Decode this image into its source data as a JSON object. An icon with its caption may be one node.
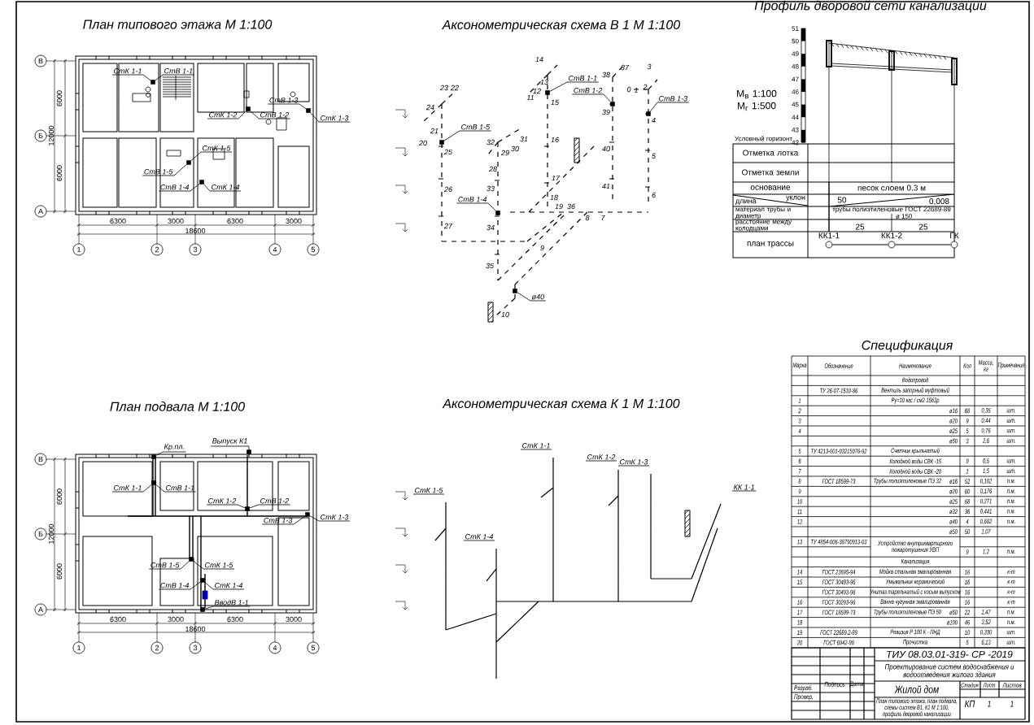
{
  "diagram": {
    "nodes": [
      {
        "text": [
          "В"
        ]
      },
      {
        "text": [
          "Б"
        ]
      },
      {
        "text": [
          "А"
        ]
      },
      {
        "text": [
          "1"
        ]
      },
      {
        "text": [
          "2"
        ]
      },
      {
        "text": [
          "3"
        ]
      },
      {
        "text": [
          "4"
        ]
      },
      {
        "text": [
          "5"
        ]
      },
      {
        "text": [
          "СтК 1-1"
        ]
      },
      {
        "text": [
          "СтВ 1-1"
        ]
      },
      {
        "text": [
          "СтК 1-2"
        ]
      },
      {
        "text": [
          "СтВ 1-2"
        ]
      },
      {
        "text": [
          "СтВ 1-3"
        ]
      },
      {
        "text": [
          "СтК 1-3"
        ]
      },
      {
        "text": [
          "СтК 1-5"
        ]
      },
      {
        "text": [
          "СтВ 1-5"
        ]
      },
      {
        "text": [
          "СтВ 1-4"
        ]
      },
      {
        "text": [
          "СтК 1-4"
        ]
      },
      {
        "text": [
          "В"
        ]
      },
      {
        "text": [
          "Б"
        ]
      },
      {
        "text": [
          "А"
        ]
      },
      {
        "text": [
          "1"
        ]
      },
      {
        "text": [
          "2"
        ]
      },
      {
        "text": [
          "3"
        ]
      },
      {
        "text": [
          "4"
        ]
      },
      {
        "text": [
          "5"
        ]
      },
      {
        "text": [
          "Кр.пл."
        ]
      },
      {
        "text": [
          "Выпуск К1"
        ]
      },
      {
        "text": [
          "СтК 1-1"
        ]
      },
      {
        "text": [
          "СтВ 1-1"
        ]
      },
      {
        "text": [
          "СтК 1-2"
        ]
      },
      {
        "text": [
          "СтВ 1-2"
        ]
      },
      {
        "text": [
          "СтВ 1-3"
        ]
      },
      {
        "text": [
          "СтК 1-3"
        ]
      },
      {
        "text": [
          "СтВ 1-5"
        ]
      },
      {
        "text": [
          "СтК 1-5"
        ]
      },
      {
        "text": [
          "СтВ 1-4"
        ]
      },
      {
        "text": [
          "СтК 1-4"
        ]
      },
      {
        "text": [
          "ВводВ 1-1"
        ]
      },
      {
        "text": [
          "СтВ 1-1"
        ]
      },
      {
        "text": [
          "СтВ 1-2"
        ]
      },
      {
        "text": [
          "СтВ 1-3"
        ]
      },
      {
        "text": [
          "СтВ 1-5"
        ]
      },
      {
        "text": [
          "СтВ 1-4"
        ]
      },
      {
        "text": [
          "ø40"
        ]
      },
      {
        "text": [
          "СтК 1-1"
        ]
      },
      {
        "text": [
          "СтК 1-2"
        ]
      },
      {
        "text": [
          "СтК 1-3"
        ]
      },
      {
        "text": [
          "СтК 1-5"
        ]
      },
      {
        "text": [
          "СтК 1-4"
        ]
      },
      {
        "text": [
          "КК 1-1"
        ]
      },
      {
        "text": [],
        "shape": "circle",
        "beside": [
          "КК1-1"
        ]
      },
      {
        "text": [],
        "shape": "circle",
        "beside": [
          "КК1-2"
        ]
      },
      {
        "text": [],
        "shape": "circle",
        "beside": [
          "ГК"
        ]
      },
      {
        "text": [],
        "shape": "box"
      },
      {
        "text": [],
        "shape": "box"
      },
      {
        "text": [],
        "shape": "box"
      },
      {
        "text": [],
        "shape": "box"
      },
      {
        "text": [],
        "shape": "box"
      },
      {
        "text": [],
        "shape": "box"
      },
      {
        "text": [],
        "shape": "box"
      },
      {
        "text": [],
        "shape": "box"
      },
      {
        "text": [],
        "shape": "box"
      },
      {
        "text": [],
        "shape": "box"
      },
      {
        "text": [],
        "shape": "box"
      },
      {
        "text": [],
        "shape": "box"
      },
      {
        "text": [],
        "shape": "box"
      },
      {
        "text": [],
        "shape": "box"
      },
      {
        "text": [],
        "shape": "box"
      },
      {
        "text": [],
        "shape": "box"
      },
      {
        "text": [],
        "shape": "box"
      },
      {
        "text": [],
        "shape": "box"
      },
      {
        "text": [],
        "shape": "box"
      }
    ],
    "edges": [
      {
        "from": 8,
        "to": 54,
        "arrow": "none"
      },
      {
        "from": 9,
        "to": 54,
        "arrow": "none"
      },
      {
        "from": 10,
        "to": 57,
        "arrow": "none"
      },
      {
        "from": 11,
        "to": 57,
        "arrow": "none"
      },
      {
        "from": 12,
        "to": 58,
        "arrow": "none"
      },
      {
        "from": 13,
        "to": 58,
        "arrow": "none"
      },
      {
        "from": 14,
        "to": 55,
        "arrow": "none"
      },
      {
        "from": 15,
        "to": 55,
        "arrow": "none"
      },
      {
        "from": 16,
        "to": 56,
        "arrow": "none"
      },
      {
        "from": 17,
        "to": 56,
        "arrow": "none"
      },
      {
        "from": 26,
        "to": 59,
        "arrow": "none"
      },
      {
        "from": 27,
        "to": 65,
        "arrow": "none"
      },
      {
        "from": 28,
        "to": 60,
        "arrow": "none"
      },
      {
        "from": 29,
        "to": 60,
        "arrow": "none"
      },
      {
        "from": 30,
        "to": 64,
        "arrow": "none"
      },
      {
        "from": 31,
        "to": 64,
        "arrow": "none"
      },
      {
        "from": 32,
        "to": 66,
        "arrow": "none"
      },
      {
        "from": 33,
        "to": 66,
        "arrow": "none"
      },
      {
        "from": 34,
        "to": 61,
        "arrow": "none"
      },
      {
        "from": 35,
        "to": 61,
        "arrow": "none"
      },
      {
        "from": 36,
        "to": 62,
        "arrow": "none"
      },
      {
        "from": 37,
        "to": 62,
        "arrow": "none"
      },
      {
        "from": 38,
        "to": 63,
        "arrow": "none"
      },
      {
        "from": 39,
        "to": 70,
        "arrow": "none"
      },
      {
        "from": 40,
        "to": 71,
        "arrow": "none"
      },
      {
        "from": 41,
        "to": 72,
        "arrow": "none"
      },
      {
        "from": 42,
        "to": 67,
        "arrow": "none"
      },
      {
        "from": 43,
        "to": 68,
        "arrow": "none"
      },
      {
        "from": 44,
        "to": 69,
        "arrow": "none"
      },
      {
        "from": 51,
        "to": 52,
        "arrow": "none"
      },
      {
        "from": 52,
        "to": 53,
        "arrow": "none"
      }
    ],
    "labels": [
      "План типового этажа М 1:100",
      "6000",
      "12000",
      "6000",
      "6300",
      "3000",
      "6300",
      "3000",
      "18600",
      "Аксонометрическая схема В 1 М 1:100",
      "14",
      "37",
      "3",
      "38",
      "13",
      "23",
      "22",
      "12",
      "0",
      "1",
      "2",
      "11",
      "15",
      "24",
      "39",
      "4",
      "21",
      "20",
      "32",
      "31",
      "16",
      "25",
      "29",
      "30",
      "40",
      "5",
      "28",
      "17",
      "41",
      "26",
      "33",
      "18",
      "6",
      "19",
      "36",
      "8",
      "7",
      "27",
      "34",
      "9",
      "35",
      "10",
      "Профиль дворовой сети канализации",
      "51",
      "50",
      "49",
      "48",
      "47",
      "46",
      "45",
      "44",
      "43",
      "42",
      "М$_{в}$ 1:100",
      "М$_{г}$ 1:500",
      "Условный горизонт",
      "Отметка лотка",
      "Отметка земли",
      "основание",
      "песок слоем 0.3 м",
      "уклон",
      "длина",
      "50",
      "0,008",
      "материал трубы и диаметр",
      "трубы полиэтиленовые ГОСТ 22689-89",
      "ø 150",
      "расстояние между колодцами",
      "25",
      "25",
      "план трассы",
      "План подвала М 1:100",
      "6000",
      "12000",
      "6000",
      "6300",
      "3000",
      "6300",
      "3000",
      "18600",
      "Аксонометрическая схема К 1 М 1:100",
      "Спецификация",
      "Марка",
      "Обозначение",
      "Наименование",
      "Кол",
      "Масса, кг",
      "Примечание",
      "Водопровод",
      "ТУ 26-07-1510-86",
      "Вентиль запорный муфтовый",
      "1",
      "Ру=10 кгс / см2 15б3р",
      "2",
      "ø16",
      "68",
      "0,35",
      "шт.",
      "3",
      "ø20",
      "9",
      "0,44",
      "шт.",
      "4",
      "ø25",
      "5",
      "0,76",
      "шт.",
      "ø50",
      "3",
      "2,6",
      "шт.",
      "5",
      "ТУ 4213-001-03215076-92",
      "Счетчик крыльчатый",
      "6",
      "Холодной воды СВК -15",
      "9",
      "0,5",
      "шт.",
      "7",
      "Холодной воды СВК -20",
      "1",
      "1,5",
      "шт.",
      "8",
      "ГОСТ 18599-73",
      "Трубы полиэтиленовые ПЭ 32",
      "ø16",
      "52",
      "0,102",
      "п.м.",
      "9",
      "ø20",
      "60",
      "0,176",
      "п.м.",
      "10",
      "ø25",
      "68",
      "0,271",
      "п.м.",
      "11",
      "ø32",
      "36",
      "0,441",
      "п.м.",
      "12",
      "ø40",
      "4",
      "0,682",
      "п.м.",
      "ø50",
      "50",
      "1,07",
      "13",
      "ТУ 4854-006-38790913-03",
      "Устройство внутриквартирного пожаротушения УВП",
      "9",
      "1,2",
      "п.м.",
      "Канализация",
      "14",
      "ГОСТ 23695-94",
      "Мойка стальная эмалированная",
      "16",
      "к-т",
      "15",
      "ГОСТ 30493-96",
      "Умывальник керамический",
      "16",
      "к-т",
      "ГОСТ 30493-96",
      "Унитаз тарельчатый с косым выпуском",
      "16",
      "к-т",
      "16",
      "ГОСТ 30293-96",
      "Ванна чугунная эмалированная",
      "16",
      "к-т",
      "17",
      "ГОСТ 18599-73",
      "Трубы полиэтиленовые ПЭ 50",
      "ø50",
      "22",
      "1,47",
      "п.м.",
      "18",
      "ø100",
      "46",
      "3,52",
      "п.м.",
      "19",
      "ГОСТ 22689.2-89",
      "Ревизия Р 100 К - ПНД",
      "10",
      "0,330",
      "шт.",
      "20",
      "ГОСТ 6942-98",
      "Прочистка",
      "5",
      "6,13",
      "шт.",
      "ТИУ 08.03.01-319- СР -2019",
      "Проектирование систем водоснабжения и водоотведения жилого здания",
      "Подпись",
      "Дата",
      "Жилой дом",
      "Стадия",
      "Лист",
      "Листов",
      "Разраб.",
      "КП",
      "1",
      "1",
      "Провер.",
      "План типового этажа, план подвала, схемы систем В1, К1 М 1:100, профиль дворовой канализации"
    ]
  }
}
